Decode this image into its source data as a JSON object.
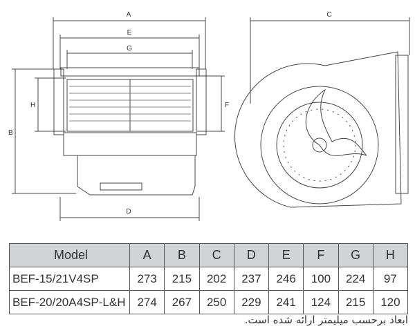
{
  "dimension_labels": {
    "A": "A",
    "E": "E",
    "G": "G",
    "B": "B",
    "H": "H",
    "D": "D",
    "F": "F",
    "C": "C"
  },
  "table": {
    "headers": [
      "Model",
      "A",
      "B",
      "C",
      "D",
      "E",
      "F",
      "G",
      "H"
    ],
    "rows": [
      [
        "BEF-15/21V4SP",
        "273",
        "215",
        "202",
        "237",
        "246",
        "100",
        "224",
        "97"
      ],
      [
        "BEF-20/20A4SP-L&H",
        "274",
        "267",
        "250",
        "229",
        "241",
        "124",
        "215",
        "120"
      ]
    ]
  },
  "note": "ابعاد برحسب میلیمتر ارائه شده است."
}
